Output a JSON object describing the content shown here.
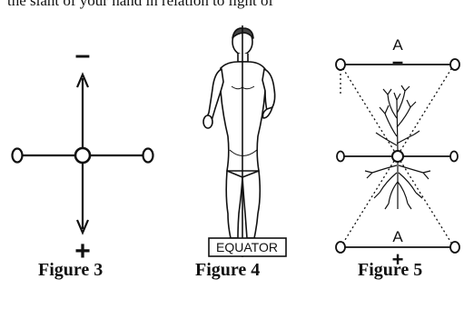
{
  "header_fragment": "the   slant  of  your   hand   in   relation  to  light  of",
  "figure3": {
    "minus_sign": "–",
    "plus_sign": "+",
    "caption": "Figure 3"
  },
  "figure4": {
    "equator_label": "EQUATOR",
    "caption": "Figure 4"
  },
  "figure5": {
    "top_label": "A",
    "top_sign": "–",
    "bottom_label": "A",
    "bottom_sign": "+",
    "caption": "Figure 5"
  }
}
